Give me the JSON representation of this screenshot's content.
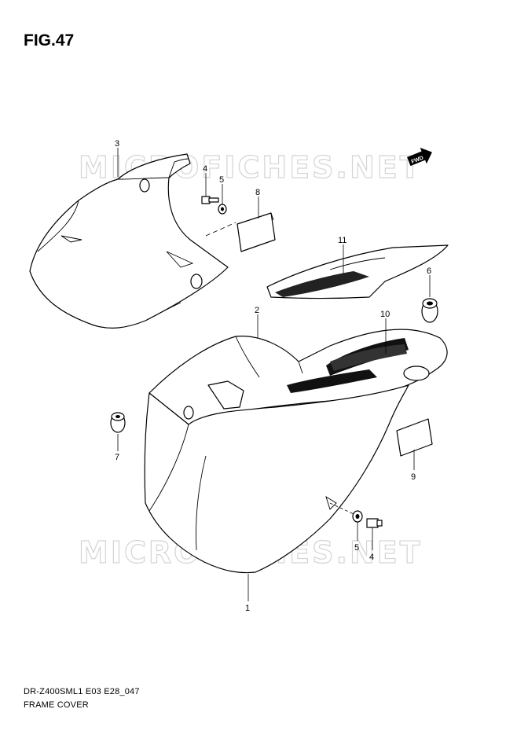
{
  "figure": {
    "title": "FIG.47",
    "model_code": "DR-Z400SML1 E03 E28_047",
    "section_name": "FRAME COVER",
    "watermark": "MICROFICHES.NET",
    "fwd_label": "FWD"
  },
  "callouts": [
    {
      "label": "3"
    },
    {
      "label": "4"
    },
    {
      "label": "5"
    },
    {
      "label": "8"
    },
    {
      "label": "11"
    },
    {
      "label": "6"
    },
    {
      "label": "2"
    },
    {
      "label": "10"
    },
    {
      "label": "7"
    },
    {
      "label": "9"
    },
    {
      "label": "5"
    },
    {
      "label": "4"
    },
    {
      "label": "1"
    }
  ]
}
